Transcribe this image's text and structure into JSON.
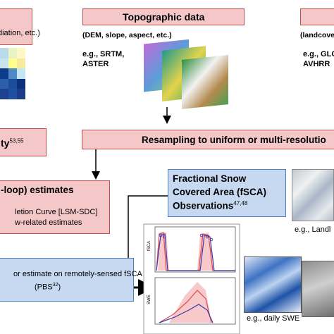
{
  "boxes": {
    "top_left": {
      "text_line1": "diation, etc.)"
    },
    "topographic": {
      "title": "Topographic data",
      "subtitle": "(DEM, slope, aspect, etc.)",
      "example_line1": "e.g., SRTM,",
      "example_line2": "ASTER"
    },
    "top_right": {
      "subtitle": "(landcove",
      "example_line1": "e.g., GLC",
      "example_line2": "AVHRR"
    },
    "uncertainty": {
      "text": "ty",
      "superscript": "53,55"
    },
    "resampling": {
      "text": "Resampling to uniform or multi-resolutio"
    },
    "estimates": {
      "title": "-loop) estimates",
      "line1": "letion Curve [LSM-SDC]",
      "line2": "w-related estimates"
    },
    "fsca": {
      "line1": "Fractional Snow",
      "line2": "Covered Area (fSCA)",
      "line3": "Observations",
      "superscript": "47,48"
    },
    "posterior": {
      "line1": "or estimate on remotely-sensed fSCA",
      "line2_prefix": "(PBS",
      "superscript": "32",
      "line2_suffix": ")"
    }
  },
  "labels": {
    "landsat": "e.g., Landl",
    "daily_swe": "e.g., daily SWE"
  },
  "chart_axes": {
    "top_ylabel": "fSCA",
    "bottom_ylabel": "SWE"
  },
  "colors": {
    "pink_fill": "#f4c7c9",
    "pink_border": "#c0504d",
    "blue_fill": "#c6d9f1",
    "blue_border": "#4f81bd"
  }
}
